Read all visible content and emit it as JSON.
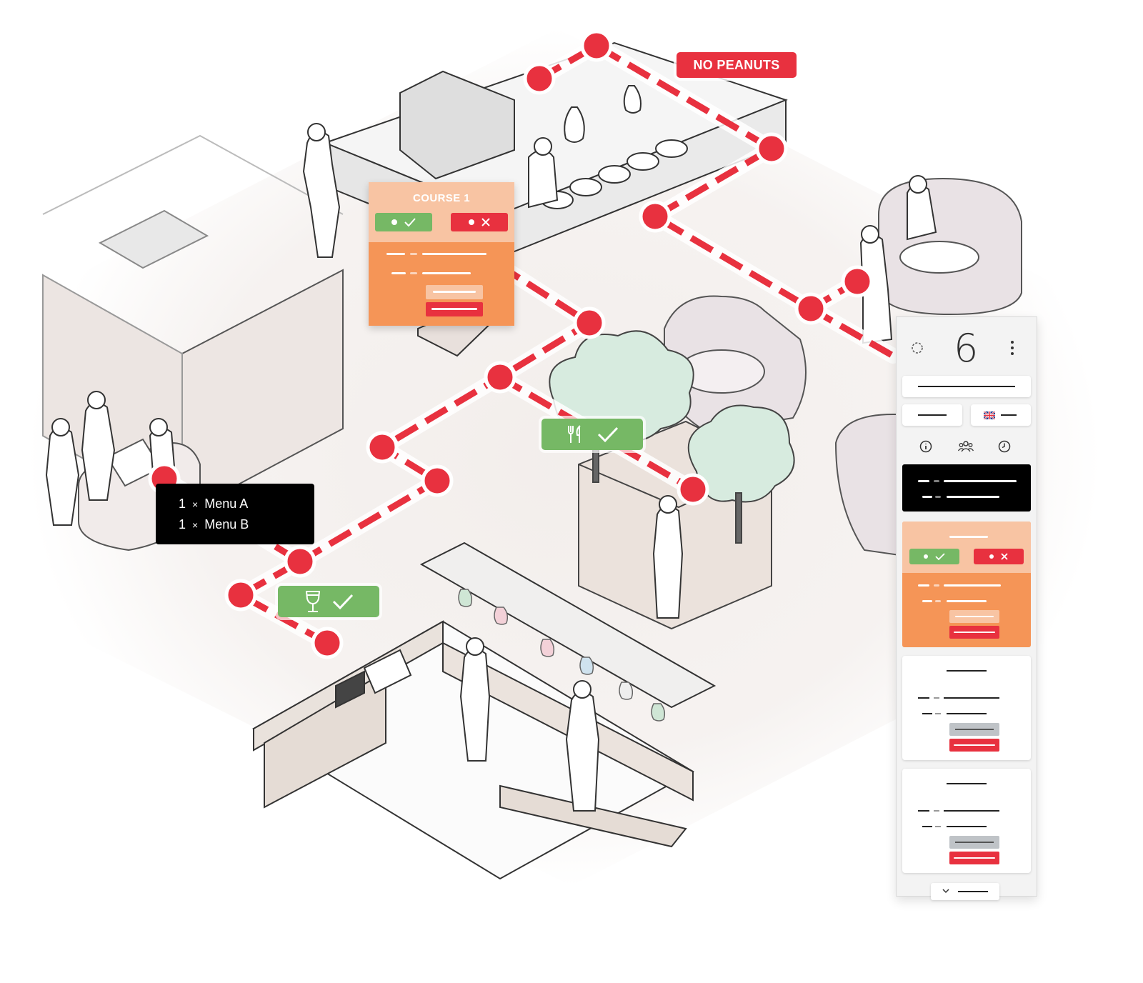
{
  "scene": {
    "path_color": "#e8313f",
    "ok_color": "#76b865",
    "card_color": "#f59557"
  },
  "labels": {
    "allergy_tag": "NO PEANUTS",
    "course_title": "COURSE 1"
  },
  "order_ticket": {
    "items": [
      {
        "qty": "1",
        "times": "×",
        "name": "Menu A"
      },
      {
        "qty": "1",
        "times": "×",
        "name": "Menu B"
      }
    ]
  },
  "badges": {
    "food_icon": "cutlery-icon",
    "drink_icon": "wine-glass-icon",
    "status_icon": "check-icon"
  },
  "panel": {
    "table_number": "6",
    "toolbar_icons": [
      "spinner-icon",
      "more-vertical-icon"
    ],
    "tab_icons": [
      "info-icon",
      "guests-icon",
      "clock-icon"
    ],
    "language_icon": "uk-flag-icon",
    "footer_icon": "chevron-down-icon"
  }
}
